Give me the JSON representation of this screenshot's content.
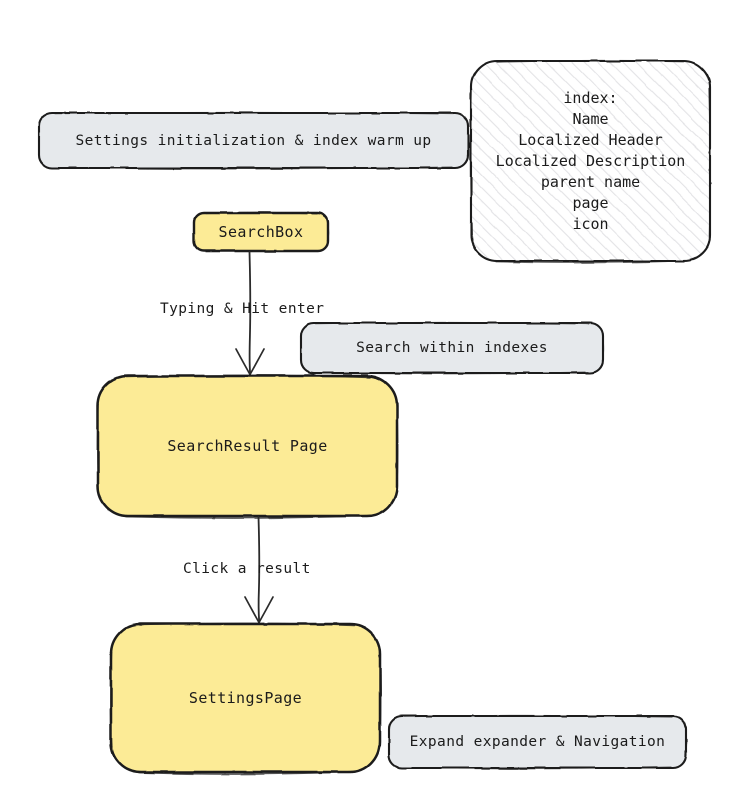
{
  "diagram": {
    "style": "hand-drawn-sketch",
    "background_color": "#ffffff",
    "stroke_color": "#1b1b1b",
    "node_fill": "#fceb96",
    "annotation_fill": "#e6e9ec",
    "hatch_color": "#e3e3e6"
  },
  "nodes": [
    {
      "id": "searchbox",
      "label": "SearchBox"
    },
    {
      "id": "searchresult",
      "label": "SearchResult Page"
    },
    {
      "id": "settingspage",
      "label": "SettingsPage"
    }
  ],
  "annotations": [
    {
      "id": "init",
      "label": "Settings initialization & index warm up"
    },
    {
      "id": "search",
      "label": "Search within indexes"
    },
    {
      "id": "expand",
      "label": "Expand expander & Navigation"
    }
  ],
  "index_box": {
    "title": "index:",
    "fields": [
      "Name",
      "Localized Header",
      "Localized Description",
      "parent name",
      "page",
      "icon"
    ]
  },
  "edges": [
    {
      "id": "edge-typing",
      "label": "Typing & Hit enter",
      "from": "searchbox",
      "to": "searchresult"
    },
    {
      "id": "edge-click",
      "label": "Click a result",
      "from": "searchresult",
      "to": "settingspage"
    }
  ]
}
